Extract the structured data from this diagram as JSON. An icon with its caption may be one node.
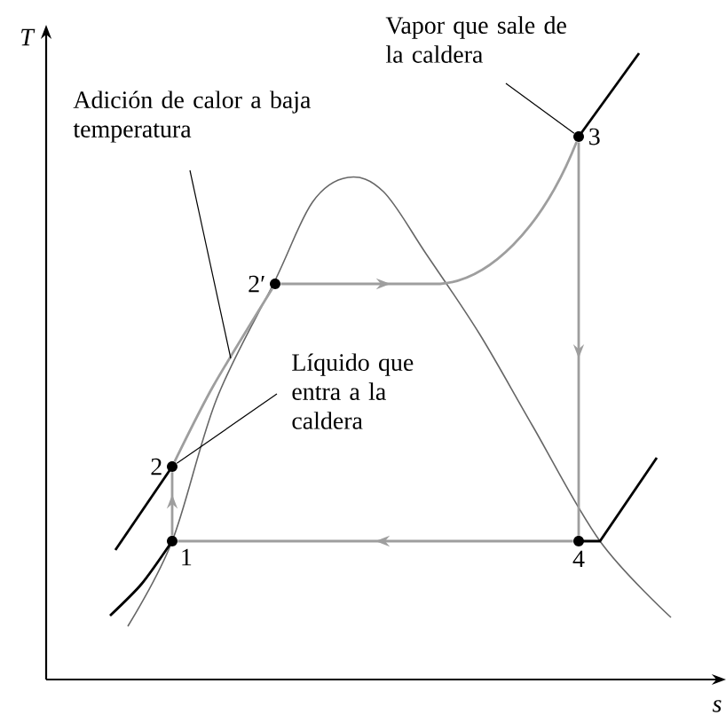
{
  "diagram": {
    "nodes": [
      {
        "text": [
          "Vapor que sale de la caldera"
        ]
      },
      {
        "text": [
          "Adición de calor a baja temperatura"
        ]
      },
      {
        "text": [
          "3"
        ]
      },
      {
        "text": [
          "2′"
        ]
      },
      {
        "text": [
          "Líquido que entra a la caldera"
        ]
      },
      {
        "text": [
          "2"
        ]
      },
      {
        "text": [
          "1"
        ]
      },
      {
        "text": [
          "4"
        ]
      }
    ],
    "edges": [
      {
        "from": 6,
        "to": 5,
        "arrow": "to"
      },
      {
        "from": 5,
        "to": 3,
        "arrow": "none"
      },
      {
        "from": 3,
        "to": 2,
        "arrow": "to"
      },
      {
        "from": 2,
        "to": 7,
        "arrow": "to"
      },
      {
        "from": 7,
        "to": 6,
        "arrow": "to"
      },
      {
        "from": 0,
        "to": 2,
        "arrow": "none",
        "color": "#000000"
      },
      {
        "from": 1,
        "to": null,
        "arrow": "none",
        "color": "#000000"
      },
      {
        "from": 4,
        "to": 5,
        "arrow": "none",
        "color": "#000000"
      }
    ],
    "labels": [
      "T",
      "s"
    ]
  }
}
